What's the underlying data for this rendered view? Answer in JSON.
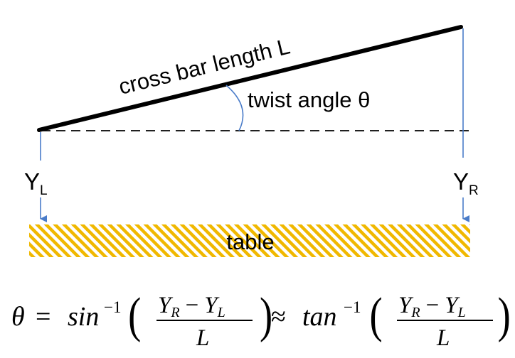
{
  "diagram": {
    "crossbar_label": "cross bar length L",
    "angle_label": "twist angle θ",
    "left_label": {
      "main": "Y",
      "sub": "L"
    },
    "right_label": {
      "main": "Y",
      "sub": "R"
    },
    "table_label": "table"
  },
  "formula": {
    "theta": "θ",
    "eq": "=",
    "sin": "sin",
    "tan": "tan",
    "inv": "−1",
    "approx": "≈",
    "num": {
      "yr": "Y",
      "r": "R",
      "minus": "−",
      "yl": "Y",
      "l": "L"
    },
    "den": "L"
  },
  "colors": {
    "arrow": "#4a7cc9",
    "hatch_stripe": "#f0b800",
    "hatch_bg": "#ffffff",
    "bar": "#000000"
  }
}
